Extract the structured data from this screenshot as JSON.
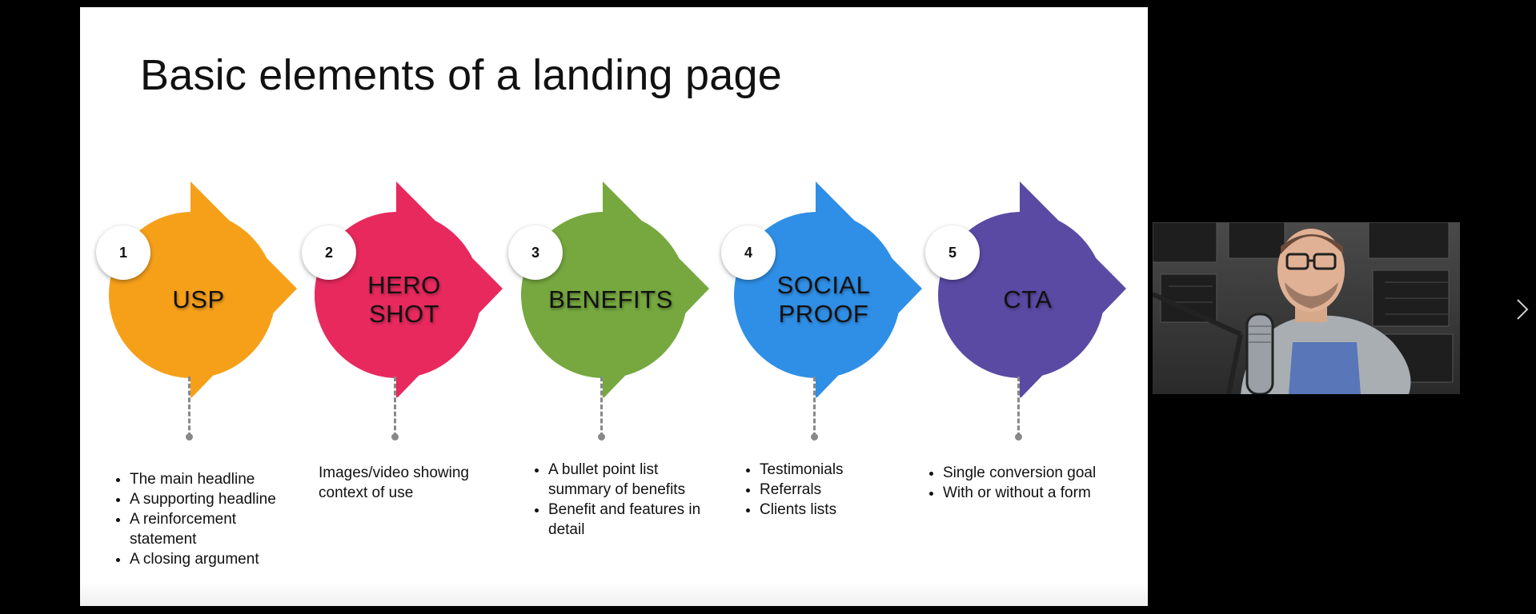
{
  "slide": {
    "title": "Basic elements of a landing page"
  },
  "steps": [
    {
      "number": "1",
      "label_lines": [
        "USP"
      ],
      "color": "#F6A01A",
      "description_type": "bullets",
      "bullets": [
        "The main headline",
        "A supporting headline",
        "A reinforcement statement",
        "A closing argument"
      ]
    },
    {
      "number": "2",
      "label_lines": [
        "HERO",
        "SHOT"
      ],
      "color": "#E8295E",
      "description_type": "text",
      "text": "Images/video showing context of use"
    },
    {
      "number": "3",
      "label_lines": [
        "BENEFITS"
      ],
      "color": "#76A83F",
      "description_type": "bullets",
      "bullets": [
        "A bullet point list summary of benefits",
        "Benefit and features in detail"
      ]
    },
    {
      "number": "4",
      "label_lines": [
        "SOCIAL",
        "PROOF"
      ],
      "color": "#2F8FE6",
      "description_type": "bullets",
      "bullets": [
        "Testimonials",
        "Referrals",
        "Clients lists"
      ]
    },
    {
      "number": "5",
      "label_lines": [
        "CTA"
      ],
      "color": "#5B4AA4",
      "description_type": "bullets",
      "bullets": [
        "Single conversion goal",
        "With or without a form"
      ]
    }
  ],
  "viewer": {
    "next_icon": "chevron-right-icon",
    "webcam_icon": "presenter-video"
  }
}
